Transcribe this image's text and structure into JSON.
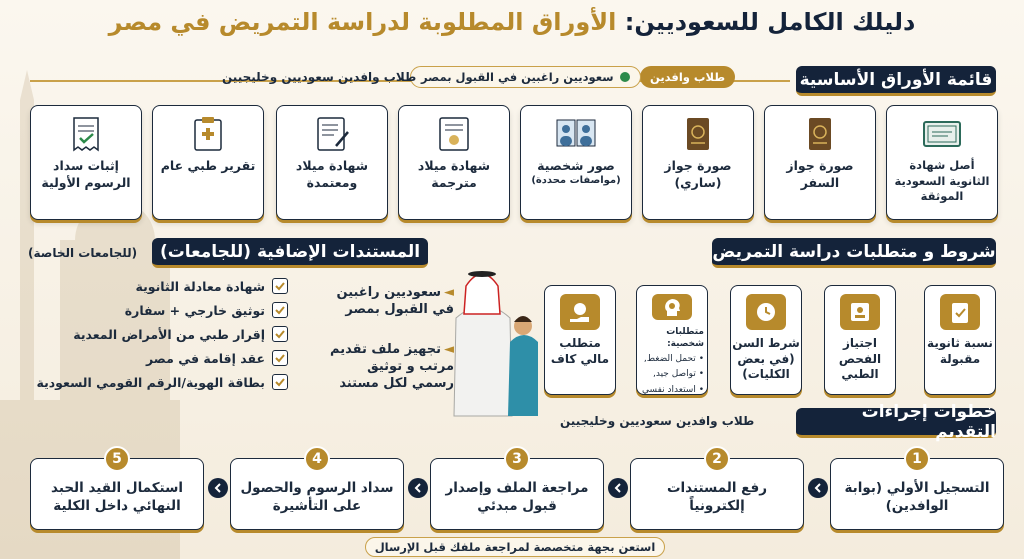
{
  "title": {
    "main": "دليلك الكامل للسعوديين:",
    "accent": "الأوراق المطلوبة لدراسة التمريض في مصر"
  },
  "documents_section": {
    "heading": "قائمة الأوراق الأساسية",
    "pill_gold": "طلاب وافدين",
    "pill_check": "سعوديين راغبين في القبول بمصر",
    "pill_plain": "طلاب وافدين سعوديين وخليجيين",
    "cards": [
      {
        "label": "أصل شهادة الثانوية السعودية الموثقة",
        "icon": "certificate-icon"
      },
      {
        "label": "صورة جواز السفر",
        "icon": "passport-icon"
      },
      {
        "label": "صورة جواز (ساري)",
        "icon": "passport-icon"
      },
      {
        "label": "صور شخصية",
        "sub": "(مواصفات محددة)",
        "icon": "people-photo-icon"
      },
      {
        "label": "شهادة ميلاد مترجمة",
        "icon": "translated-certificate-icon"
      },
      {
        "label": "شهادة ميلاد ومعتمدة",
        "icon": "document-pen-icon"
      },
      {
        "label": "تقرير طبي عام",
        "icon": "medical-report-icon"
      },
      {
        "label": "إثبات سداد الرسوم الأولية",
        "icon": "receipt-icon"
      }
    ]
  },
  "requirements_section": {
    "heading": "شروط و متطلبات دراسة التمريض",
    "cards": [
      {
        "label": "نسبة ثانوية مقبولة",
        "icon": "clipboard-check-icon"
      },
      {
        "label": "اجتياز الفحص الطبي",
        "icon": "medical-id-icon"
      },
      {
        "label": "شرط السن (في بعض الكليات)",
        "icon": "clock-icon"
      },
      {
        "label": "متطلبات شخصية:",
        "icon": "head-gears-icon",
        "items": [
          "تحمل الضغط,",
          "تواصل جيد,",
          "استعداد نفسي"
        ]
      },
      {
        "label": "متطلب مالي كاف",
        "icon": "money-hand-icon"
      }
    ]
  },
  "extra_section": {
    "heading": "المستندات الإضافية (للجامعات)",
    "note": "(للجامعات الخاصة)",
    "items": [
      "شهادة معادلة الثانوية",
      "توثيق خارجي + سفارة",
      "إقرار طبي من الأمراض المعدية",
      "عقد إقامة في مصر",
      "بطاقة الهوية/الرقم القومي السعودية"
    ]
  },
  "middle_notes": {
    "note1": "سعوديين راغبين في القبول بمصر",
    "note2": "تجهيز ملف تقديم مرتب و توثيق رسمي لكل مستند"
  },
  "steps_section": {
    "heading": "خطوات إجراءات التقديم",
    "subtitle": "طلاب وافدين سعوديين وخليجيين",
    "steps": [
      {
        "num": "1",
        "label": "التسجيل الأولي (بوابة الوافدين)"
      },
      {
        "num": "2",
        "label": "رفع المستندات إلكترونياً"
      },
      {
        "num": "3",
        "label": "مراجعة الملف وإصدار قبول مبدئي"
      },
      {
        "num": "4",
        "label": "سداد الرسوم والحصول على التأشيرة"
      },
      {
        "num": "5",
        "label": "استكمال القيد الحبد النهائي داخل الكلية"
      }
    ]
  },
  "footer": "استعن بجهة متخصصة لمراجعة ملفك قبل الإرسال",
  "colors": {
    "navy": "#14233a",
    "gold": "#b78a2c",
    "cream": "#f7f2e8"
  }
}
